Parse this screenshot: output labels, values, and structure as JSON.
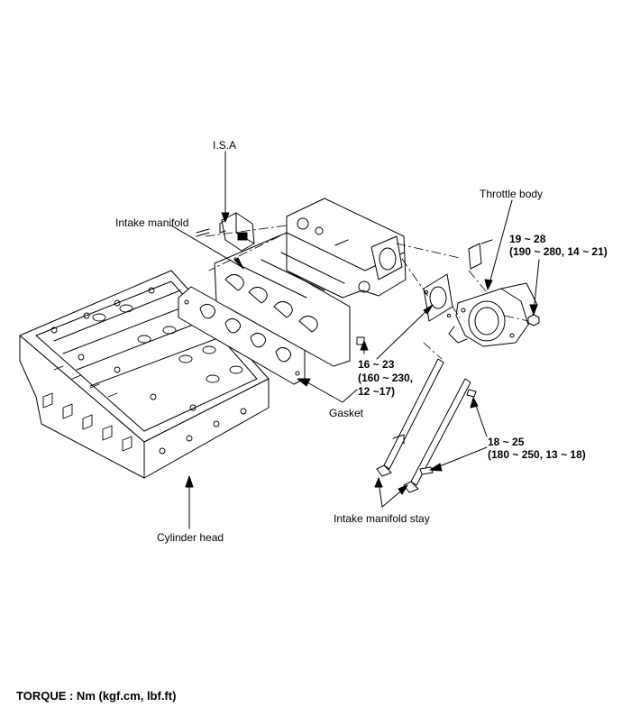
{
  "labels": {
    "isa": "I.S.A",
    "intake_manifold": "Intake manifold",
    "throttle_body": "Throttle body",
    "torque_throttle_1": "19 ~ 28",
    "torque_throttle_2": "(190 ~ 280, 14 ~ 21)",
    "torque_gasket_1": "16 ~ 23",
    "torque_gasket_2": "(160 ~ 230,",
    "torque_gasket_3": "12 ~17)",
    "gasket": "Gasket",
    "torque_stay_1": "18 ~ 25",
    "torque_stay_2": "(180 ~ 250, 13 ~ 18)",
    "intake_manifold_stay": "Intake manifold stay",
    "cylinder_head": "Cylinder head"
  },
  "footer": {
    "torque_unit": "TORQUE : Nm (kgf.cm, lbf.ft)"
  },
  "colors": {
    "line": "#000000",
    "background": "#ffffff"
  }
}
